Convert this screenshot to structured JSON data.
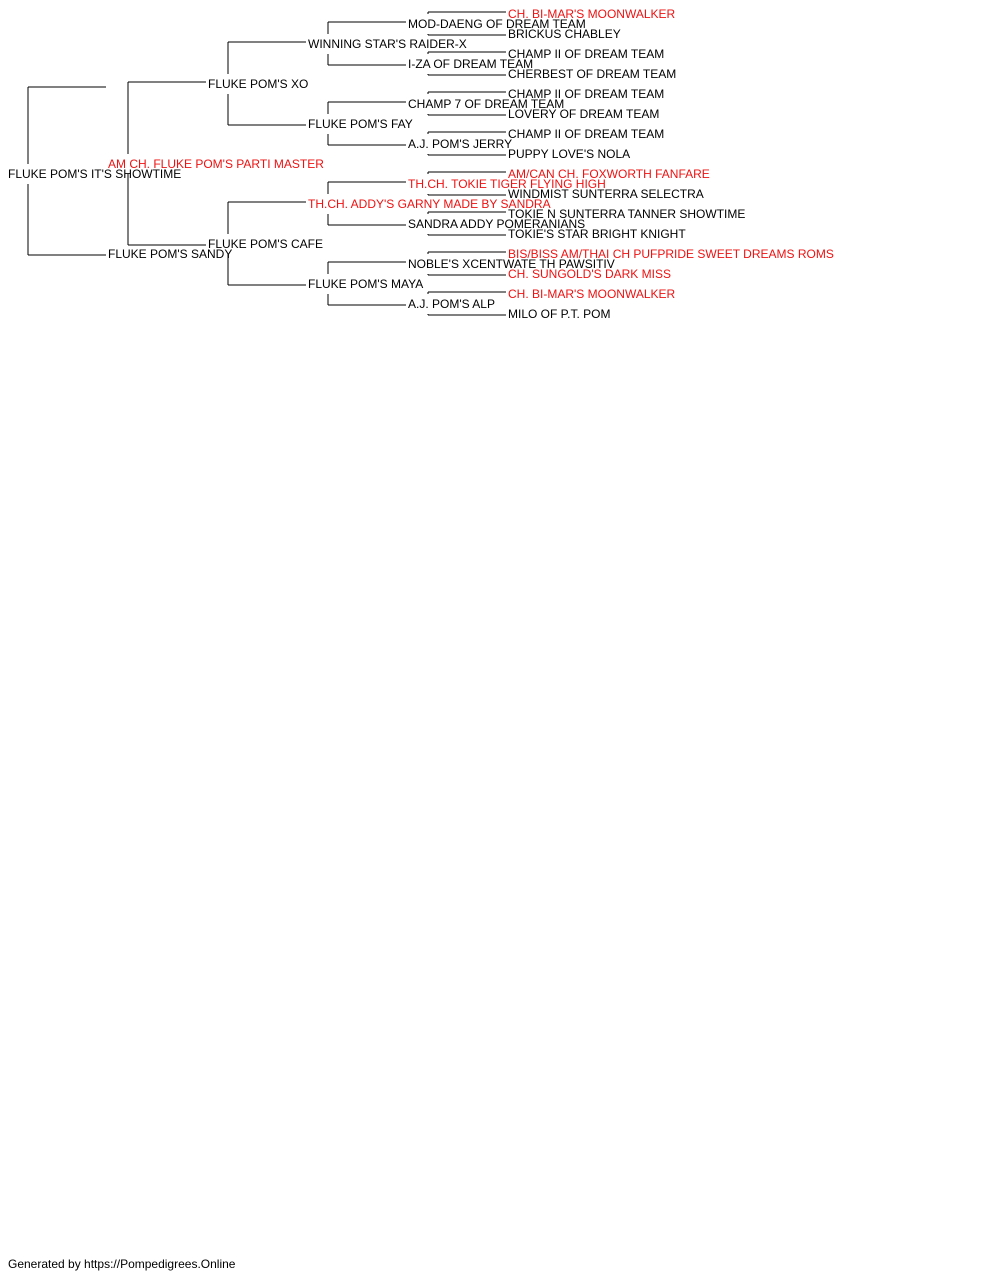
{
  "colors": {
    "champion": "#ee1111",
    "normal": "#000000",
    "line": "#000000"
  },
  "pedigree": {
    "name": "FLUKE POM'S IT'S SHOWTIME",
    "champion": false,
    "sire": {
      "name": "AM CH. FLUKE POM'S PARTI MASTER",
      "champion": true,
      "sire": {
        "name": "FLUKE POM'S XO",
        "champion": false,
        "sire": {
          "name": "WINNING STAR'S RAIDER-X",
          "champion": false,
          "sire": {
            "name": "MOD-DAENG OF DREAM TEAM",
            "champion": false,
            "sire": {
              "name": "CH. BI-MAR'S MOONWALKER",
              "champion": true
            },
            "dam": {
              "name": "BRICKUS CHABLEY",
              "champion": false
            }
          },
          "dam": {
            "name": "I-ZA OF DREAM TEAM",
            "champion": false,
            "sire": {
              "name": "CHAMP II OF DREAM TEAM",
              "champion": false
            },
            "dam": {
              "name": "CHERBEST OF DREAM TEAM",
              "champion": false
            }
          }
        },
        "dam": {
          "name": "FLUKE POM'S FAY",
          "champion": false,
          "sire": {
            "name": "CHAMP 7 OF DREAM TEAM",
            "champion": false,
            "sire": {
              "name": "CHAMP II OF DREAM TEAM",
              "champion": false
            },
            "dam": {
              "name": "LOVERY OF DREAM TEAM",
              "champion": false
            }
          },
          "dam": {
            "name": "A.J. POM'S JERRY",
            "champion": false,
            "sire": {
              "name": "CHAMP II OF DREAM TEAM",
              "champion": false
            },
            "dam": {
              "name": "PUPPY LOVE'S NOLA",
              "champion": false
            }
          }
        }
      },
      "dam": {
        "name": "FLUKE POM'S CAFE",
        "champion": false,
        "sire": {
          "name": "TH.CH. ADDY'S GARNY MADE BY SANDRA",
          "champion": true,
          "sire": {
            "name": "TH.CH. TOKIE TIGER FLYING HIGH",
            "champion": true,
            "sire": {
              "name": "AM/CAN CH. FOXWORTH FANFARE",
              "champion": true
            },
            "dam": {
              "name": "WINDMIST SUNTERRA SELECTRA",
              "champion": false
            }
          },
          "dam": {
            "name": "SANDRA ADDY POMERANIANS",
            "champion": false,
            "sire": {
              "name": "TOKIE N SUNTERRA TANNER SHOWTIME",
              "champion": false
            },
            "dam": {
              "name": "TOKIE'S STAR BRIGHT KNIGHT",
              "champion": false
            }
          }
        },
        "dam": {
          "name": "FLUKE POM'S MAYA",
          "champion": false,
          "sire": {
            "name": "NOBLE'S XCENTWATE TH PAWSITIV",
            "champion": false,
            "sire": {
              "name": "BIS/BISS AM/THAI CH PUFPRIDE SWEET DREAMS ROMS",
              "champion": true
            },
            "dam": {
              "name": "CH. SUNGOLD'S DARK MISS",
              "champion": true
            }
          },
          "dam": {
            "name": "A.J. POM'S ALP",
            "champion": false,
            "sire": {
              "name": "CH. BI-MAR'S MOONWALKER",
              "champion": true
            },
            "dam": {
              "name": "MILO OF P.T. POM",
              "champion": false
            }
          }
        }
      }
    },
    "dam": {
      "name": "FLUKE POM'S SANDY",
      "champion": false
    }
  },
  "footer": "Generated by https://Pompedigrees.Online"
}
